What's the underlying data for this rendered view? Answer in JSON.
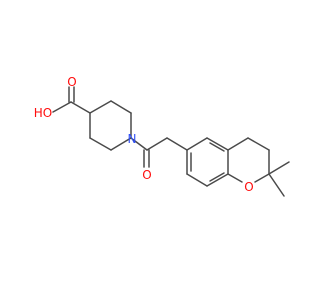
{
  "molecule": {
    "atoms": {
      "o_carbonyl_acid": {
        "label": "O",
        "color": "#ff0d0d"
      },
      "oh_acid": {
        "label": "HO",
        "color": "#ff0d0d"
      },
      "n_ring": {
        "label": "N",
        "color": "#3050f8"
      },
      "o_amide": {
        "label": "O",
        "color": "#ff0d0d"
      },
      "o_chroman": {
        "label": "O",
        "color": "#ff0d0d"
      }
    },
    "bond_color": "#4a4a4a"
  }
}
